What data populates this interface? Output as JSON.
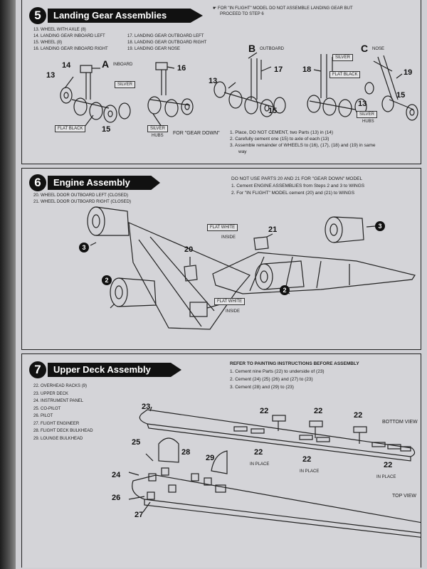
{
  "step5": {
    "number": "5",
    "title": "Landing Gear Assemblies",
    "notice_line1": "☛ FOR \"IN FLIGHT\" MODEL DO NOT ASSEMBLE LANDING GEAR BUT",
    "notice_line2": "PROCEED TO STEP 6",
    "parts_left": [
      "13.   WHEEL WITH AXLE (8)",
      "14.   LANDING GEAR INBOARD LEFT",
      "15.   WHEEL (8)",
      "16.   LANDING GEAR INBOARD RIGHT"
    ],
    "parts_right": [
      "17.   LANDING GEAR OUTBOARD LEFT",
      "18.   LANDING GEAR OUTBOARD RIGHT",
      "19.   LANDING GEAR NOSE"
    ],
    "labels": {
      "a_letter": "A",
      "a_text": "INBOARD",
      "b_letter": "B",
      "b_text": "OUTBOARD",
      "c_letter": "C",
      "c_text": "NOSE",
      "silver": "SILVER",
      "flat_black": "FLAT BLACK",
      "hubs": "HUBS",
      "gear_down": "FOR \"GEAR DOWN\""
    },
    "numbers": {
      "n13": "13",
      "n14": "14",
      "n15": "15",
      "n16": "16",
      "n17": "17",
      "n18": "18",
      "n19": "19"
    },
    "steps": [
      "1.   Place, DO NOT CEMENT, two Parts (13) in (14)",
      "2.   Carefully cement one (15) to axle of each (13)",
      "3.   Assemble remainder of WHEELS to (16), (17), (18) and (19) in same",
      "way"
    ]
  },
  "step6": {
    "number": "6",
    "title": "Engine Assembly",
    "parts": [
      "20.   WHEEL DOOR OUTBOARD LEFT (CLOSED)",
      "21.   WHEEL DOOR OUTBOARD RIGHT (CLOSED)"
    ],
    "notes": [
      "DO NOT USE PARTS 20 AND 21 FOR \"GEAR DOWN\" MODEL",
      "1.   Cement ENGINE ASSEMBLIES from Steps 2 and 3 to WINGS",
      "2.   For \"IN FLIGHT\" MODEL cement (20) and (21) to WINGS"
    ],
    "labels": {
      "flat_white": "FLAT WHITE",
      "inside": "INSIDE"
    },
    "numbers": {
      "n20": "20",
      "n21": "21",
      "c2": "2",
      "c3": "3"
    }
  },
  "step7": {
    "number": "7",
    "title": "Upper Deck Assembly",
    "parts": [
      "22.   OVERHEAD RACKS (9)",
      "23.   UPPER DECK",
      "24.   INSTRUMENT PANEL",
      "25.   CO-PILOT",
      "26.   PILOT",
      "27.   FLIGHT ENGINEER",
      "28.   FLIGHT DECK BULKHEAD",
      "29.   LOUNGE BULKHEAD"
    ],
    "notes": [
      "REFER TO PAINTING INSTRUCTIONS BEFORE ASSEMBLY",
      "1.   Cement nine Parts (22) to underside of (23)",
      "2.   Cement (24) (25) (26) and (27) to (23)",
      "3.   Cement (28) and (29) to (23)"
    ],
    "labels": {
      "bottom_view": "BOTTOM VIEW",
      "top_view": "TOP VIEW",
      "in_place": "IN PLACE"
    },
    "numbers": {
      "n22": "22",
      "n23": "23",
      "n24": "24",
      "n25": "25",
      "n26": "26",
      "n27": "27",
      "n28": "28",
      "n29": "29"
    }
  }
}
